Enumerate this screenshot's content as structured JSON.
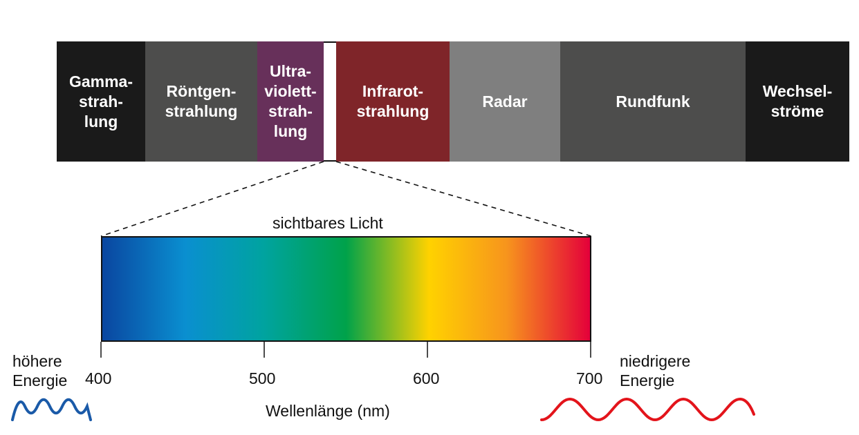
{
  "bands": [
    {
      "id": "gamma",
      "label": "Gamma-\nstrah-\nlung",
      "color": "#1a1a1a"
    },
    {
      "id": "xray",
      "label": "Röntgen-\nstrahlung",
      "color": "#4d4d4c"
    },
    {
      "id": "uv",
      "label": "Ultra-\nviolett-\nstrah-\nlung",
      "color": "#67305a"
    },
    {
      "id": "visible",
      "label": "",
      "color": "#ffffff"
    },
    {
      "id": "ir",
      "label": "Infrarot-\nstrahlung",
      "color": "#7f2529"
    },
    {
      "id": "radar",
      "label": "Radar",
      "color": "#7f7f7f"
    },
    {
      "id": "radio",
      "label": "Rundfunk",
      "color": "#4d4d4c"
    },
    {
      "id": "ac",
      "label": "Wechsel-\nströme",
      "color": "#1a1a1a"
    }
  ],
  "visible_title": "sichtbares Licht",
  "axis": {
    "ticks": [
      "400",
      "500",
      "600",
      "700"
    ],
    "label": "Wellenlänge (nm)"
  },
  "energy": {
    "left": "höhere\nEnergie",
    "right": "niedrigere\nEnergie",
    "left_wave_color": "#1a5aa8",
    "right_wave_color": "#e3141b"
  },
  "spectrum_colors": [
    "#0a46a0",
    "#0a8fd0",
    "#00a3a0",
    "#00a24a",
    "#ffd200",
    "#f7941d",
    "#e4003a"
  ]
}
